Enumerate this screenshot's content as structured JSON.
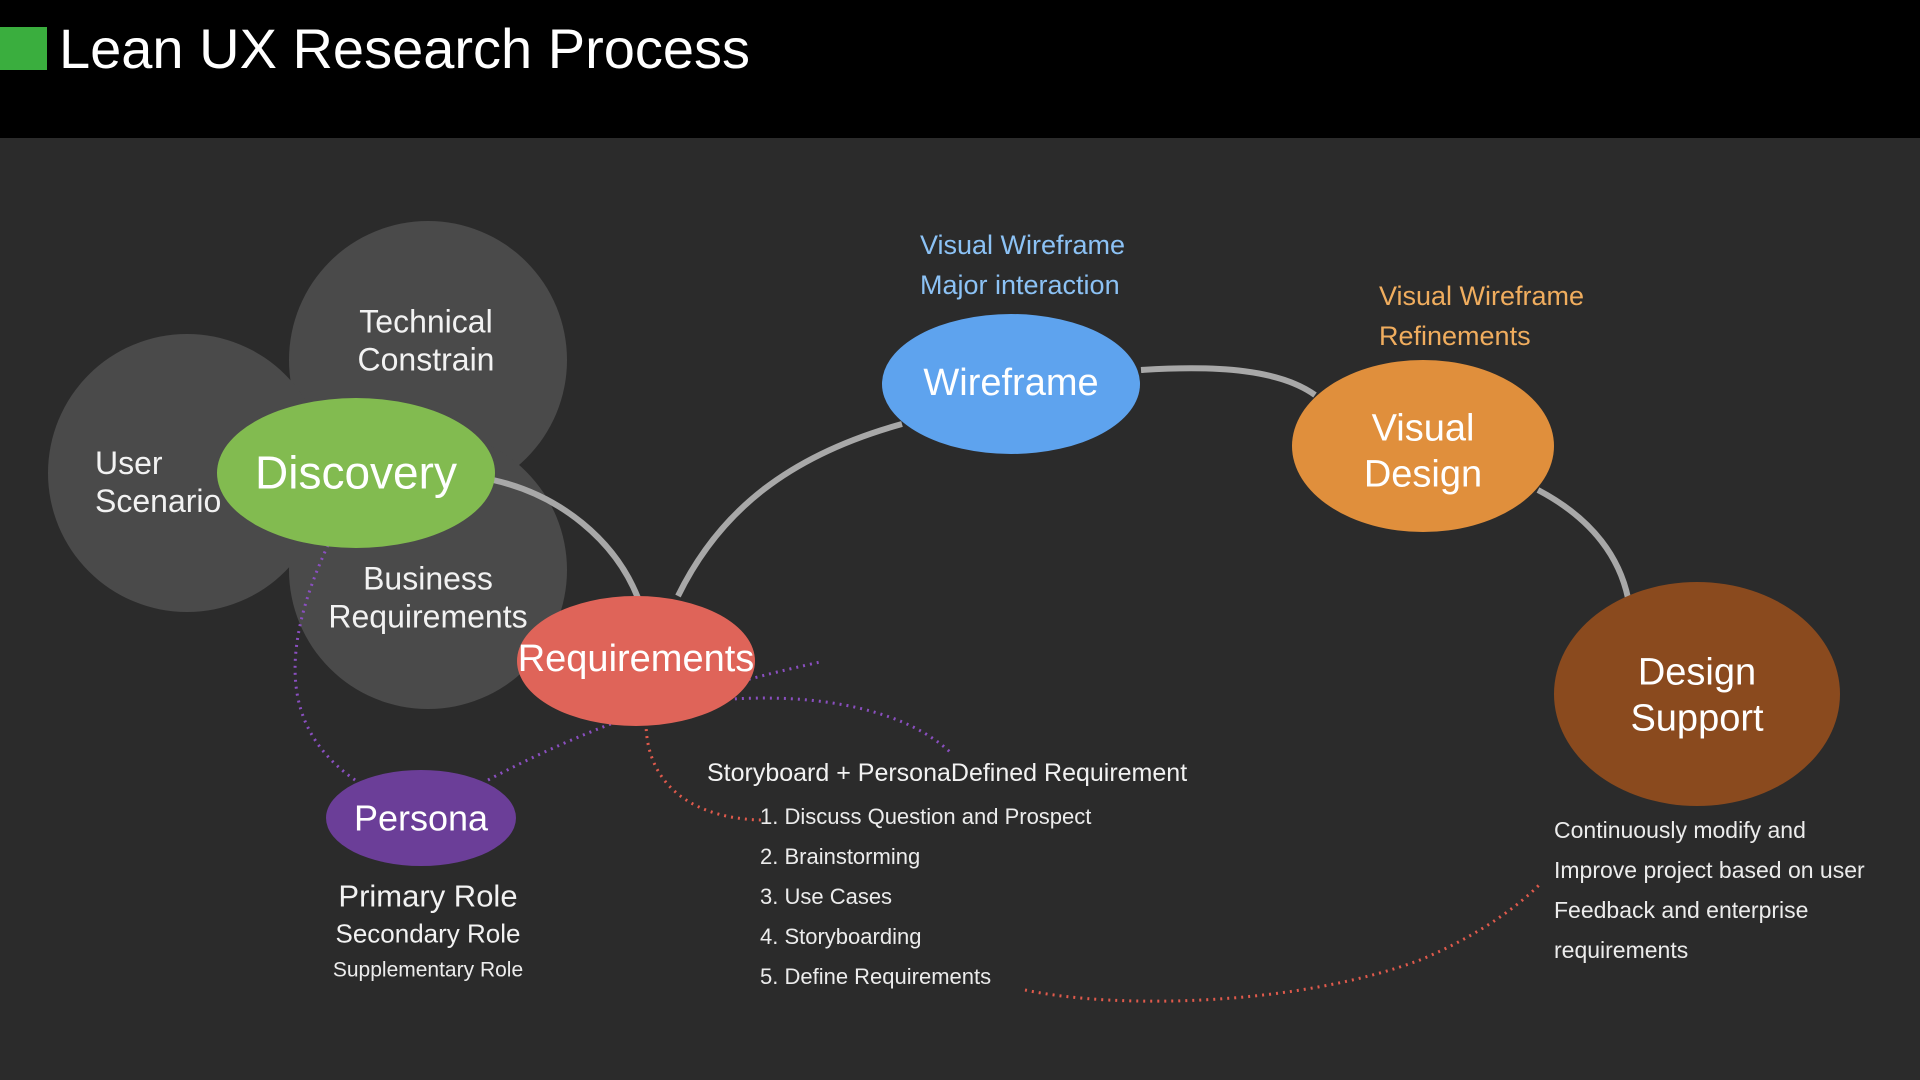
{
  "title": "Lean UX Research Process",
  "colors": {
    "header_bg": "#000000",
    "accent": "#3aae3e",
    "canvas_bg": "#2b2b2b",
    "discovery": "#82bb50",
    "requirements": "#df6459",
    "wireframe": "#5ea3ee",
    "visual_design": "#e08f3c",
    "design_support": "#8a4a1e",
    "persona": "#6b3e98",
    "gray_circle": "#4a4a4a"
  },
  "discovery_group": {
    "technical": [
      "Technical",
      "Constrain"
    ],
    "user": [
      "User",
      "Scenario"
    ],
    "business": [
      "Business",
      "Requirements"
    ]
  },
  "nodes": {
    "discovery": "Discovery",
    "requirements": "Requirements",
    "wireframe": "Wireframe",
    "visual_design": [
      "Visual",
      "Design"
    ],
    "design_support": [
      "Design",
      "Support"
    ],
    "persona": "Persona"
  },
  "wireframe_note": [
    "Visual Wireframe",
    "Major interaction"
  ],
  "visual_design_note": [
    "Visual Wireframe",
    "Refinements"
  ],
  "persona_roles": {
    "primary": "Primary Role",
    "secondary": "Secondary Role",
    "supplementary": "Supplementary Role"
  },
  "requirements_detail": {
    "heading": "Storyboard + PersonaDefined Requirement",
    "steps": [
      "1. Discuss Question and Prospect",
      "2. Brainstorming",
      "3. Use Cases",
      "4. Storyboarding",
      "5. Define Requirements"
    ]
  },
  "design_support_note": [
    "Continuously modify and",
    "Improve project based on user",
    "Feedback and enterprise",
    "requirements"
  ]
}
